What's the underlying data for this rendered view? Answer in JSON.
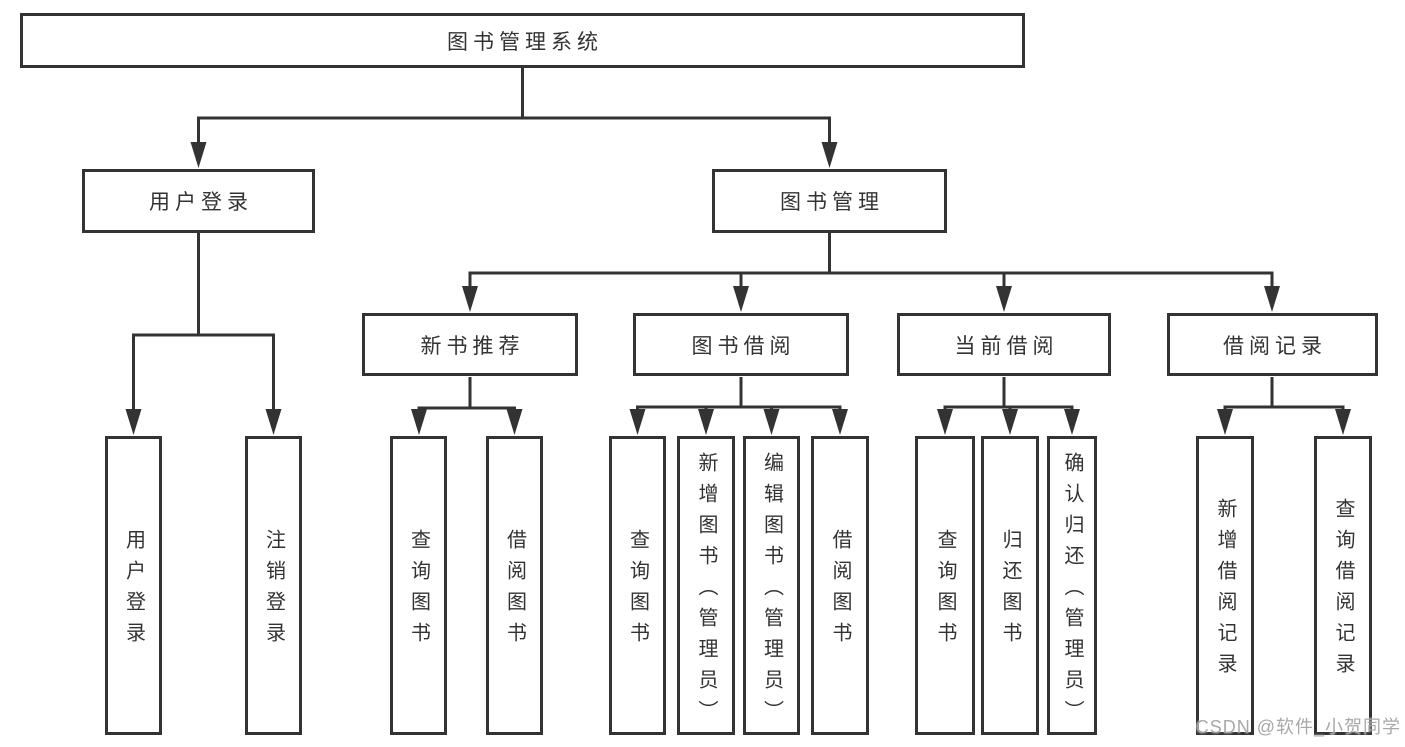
{
  "tree": {
    "root": "图书管理系统",
    "level2": [
      {
        "label": "用户登录",
        "leaves": [
          "用户登录",
          "注销登录"
        ]
      },
      {
        "label": "图书管理",
        "children": [
          {
            "label": "新书推荐",
            "leaves": [
              "查询图书",
              "借阅图书"
            ]
          },
          {
            "label": "图书借阅",
            "leaves": [
              "查询图书",
              "新增图书（管理员）",
              "编辑图书（管理员）",
              "借阅图书"
            ]
          },
          {
            "label": "当前借阅",
            "leaves": [
              "查询图书",
              "归还图书",
              "确认归还（管理员）"
            ]
          },
          {
            "label": "借阅记录",
            "leaves": [
              "新增借阅记录",
              "查询借阅记录"
            ]
          }
        ]
      }
    ]
  },
  "watermark": "CSDN @软件_小贺同学",
  "colors": {
    "line": "#333333",
    "box_border": "#333333",
    "box_fill": "#ffffff",
    "text": "#333333",
    "watermark": "#9e9e9e",
    "background": "#ffffff"
  }
}
